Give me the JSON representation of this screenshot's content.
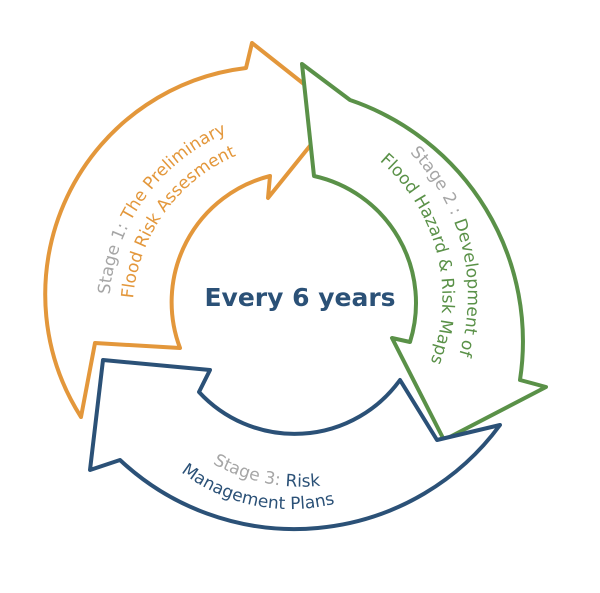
{
  "colors": {
    "stage1": "#e3973b",
    "stage2": "#5a9148",
    "stage3": "#2b5177",
    "stage_prefix": "#a6a6a6",
    "center_text": "#2b5177"
  },
  "center": {
    "text": "Every 6 years"
  },
  "stages": [
    {
      "prefix": "Stage 1:",
      "line1": "The Preliminary",
      "line2": "Flood Risk Assesment"
    },
    {
      "prefix": "Stage 2 :",
      "line1": "Development of",
      "line2": "Flood Hazard & Risk Maps"
    },
    {
      "prefix": "Stage 3:",
      "line1": "Risk",
      "line2": "Management Plans"
    }
  ]
}
